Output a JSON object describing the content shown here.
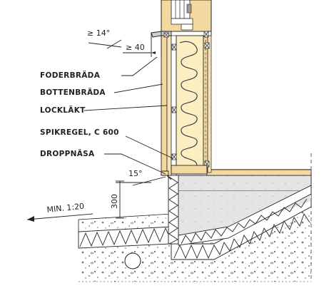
{
  "labels": {
    "foderbrada": "FODERBRÄDA",
    "bottenbrada": "BOTTENBRÄDA",
    "locklakt": "LOCKLÄKT",
    "spikregel": "SPIKREGEL, C 600",
    "droppnasa": "DROPPNÄSA"
  },
  "dimensions": {
    "angle_top": "≥ 14°",
    "overhang": "≥ 40",
    "angle_drip": "15°",
    "height": "300",
    "slope": "MIN. 1:20"
  },
  "colors": {
    "wood": "#f3d9a0",
    "insulation": "#fbeec2",
    "concrete": "#e3e3e3",
    "gravel": "#f2f2f2",
    "line": "#222222"
  }
}
